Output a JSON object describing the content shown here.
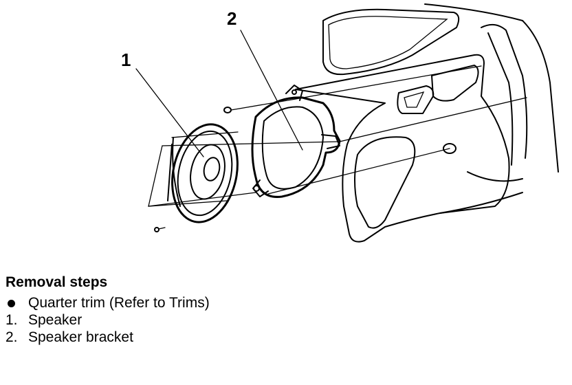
{
  "diagram": {
    "callouts": [
      {
        "label": "1",
        "part": "Speaker"
      },
      {
        "label": "2",
        "part": "Speaker bracket"
      }
    ]
  },
  "procedure": {
    "title": "Removal steps",
    "steps": [
      {
        "marker": "",
        "marker_icon": "bullet",
        "text": "Quarter trim (Refer to Trims)"
      },
      {
        "marker": "1.",
        "text": "Speaker"
      },
      {
        "marker": "2.",
        "text": "Speaker bracket"
      }
    ]
  }
}
